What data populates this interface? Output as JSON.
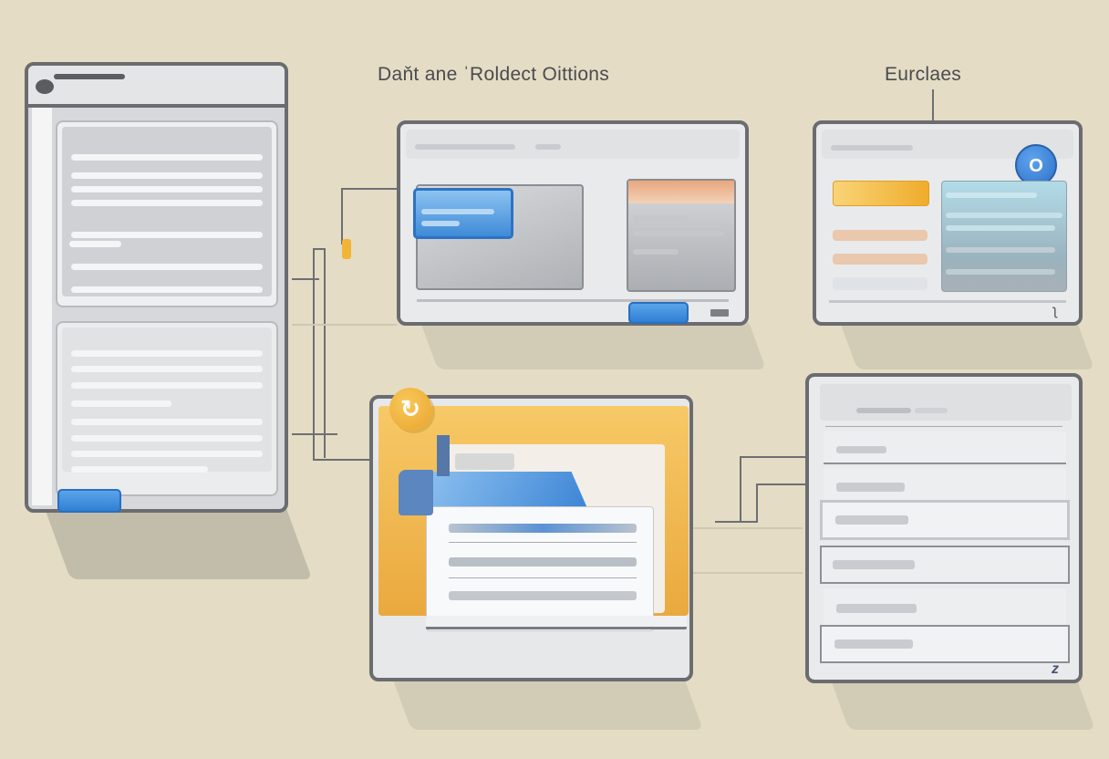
{
  "labels": {
    "top_center": "Daňt ane ˈRoldect Oittions",
    "top_right": "Eurclaes"
  },
  "icons": {
    "left_window_logo": "app-logo-icon",
    "badge_right": "O",
    "badge_folder": "refresh-icon",
    "corner_glyph_top_right": "ʅ",
    "corner_glyph_bottom_right": "z"
  },
  "colors": {
    "background": "#e4dcc4",
    "window_border": "#6b6c70",
    "window_fill": "#e9eaec",
    "accent_blue": "#2f7fd3",
    "accent_orange": "#f3b43a",
    "accent_peach": "#e9b48e",
    "accent_teal": "#9fcbd9"
  },
  "windows": {
    "left_tall": {
      "name": "list-window",
      "button": ""
    },
    "top_center": {
      "name": "dialog-window",
      "primary_button": ""
    },
    "top_right": {
      "name": "options-window"
    },
    "bottom_center": {
      "name": "folder-window"
    },
    "bottom_right": {
      "name": "rows-window",
      "row_count": 6
    }
  }
}
